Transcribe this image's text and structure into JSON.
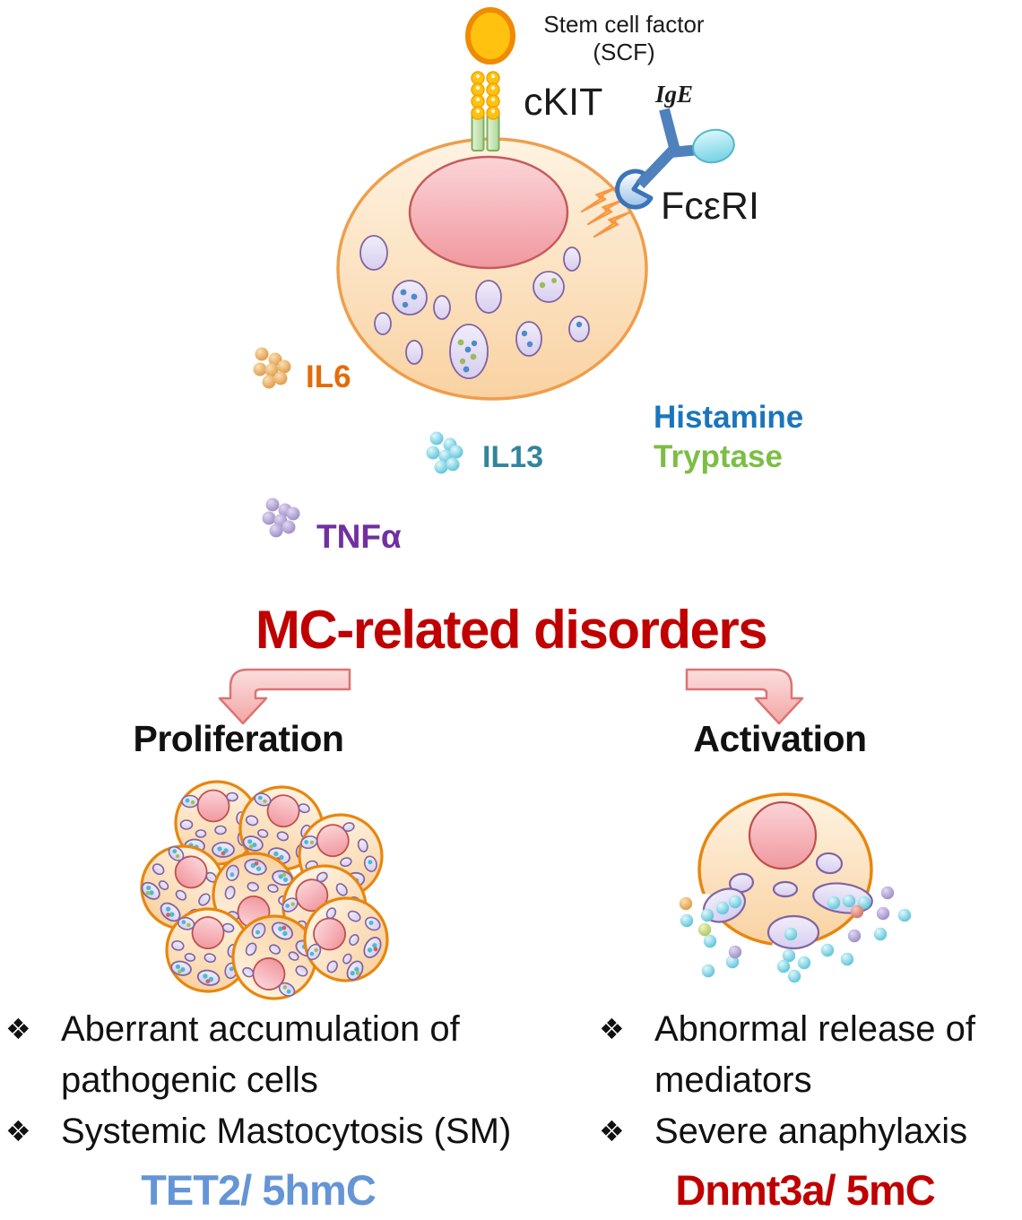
{
  "figure": {
    "receptor_labels": {
      "scf_line1": "Stem cell factor",
      "scf_line2": "(SCF)",
      "ckit": "cKIT",
      "ige": "IgE",
      "fceri": "FcεRI"
    },
    "mediator_labels": {
      "il6": "IL6",
      "il13": "IL13",
      "tnfa": "TNFα",
      "histamine": "Histamine",
      "tryptase": "Tryptase"
    },
    "title": "MC-related disorders",
    "bullet_glyph": "❖",
    "branches": {
      "left": {
        "heading": "Proliferation",
        "bullets": [
          "Aberrant accumulation of pathogenic cells",
          "Systemic Mastocytosis (SM)"
        ],
        "footer": "TET2/ 5hmC"
      },
      "right": {
        "heading": "Activation",
        "bullets": [
          "Abnormal release of mediators",
          "Severe anaphylaxis"
        ],
        "footer": "Dnmt3a/ 5mC"
      }
    },
    "colors": {
      "title_red": "#C00000",
      "il6_orange": "#E36C0A",
      "il13_teal": "#31859C",
      "tnfa_purple": "#7030A0",
      "histamine_blue": "#1B75BC",
      "tryptase_green": "#7CBE45",
      "tet2_blue": "#6495D6",
      "dnmt3a_red": "#C00000",
      "cell_fill": "#FBE2C0",
      "cell_border": "#EF9E4C",
      "nucleus_fill": "#F5A9AE",
      "nucleus_border": "#C0504D",
      "granule_fill": "#DDD4F0",
      "granule_border": "#8064A2",
      "scf_gold": "#FFC20E",
      "antibody_blue": "#4F81BD",
      "bolt_yellow": "#FFE926"
    }
  }
}
